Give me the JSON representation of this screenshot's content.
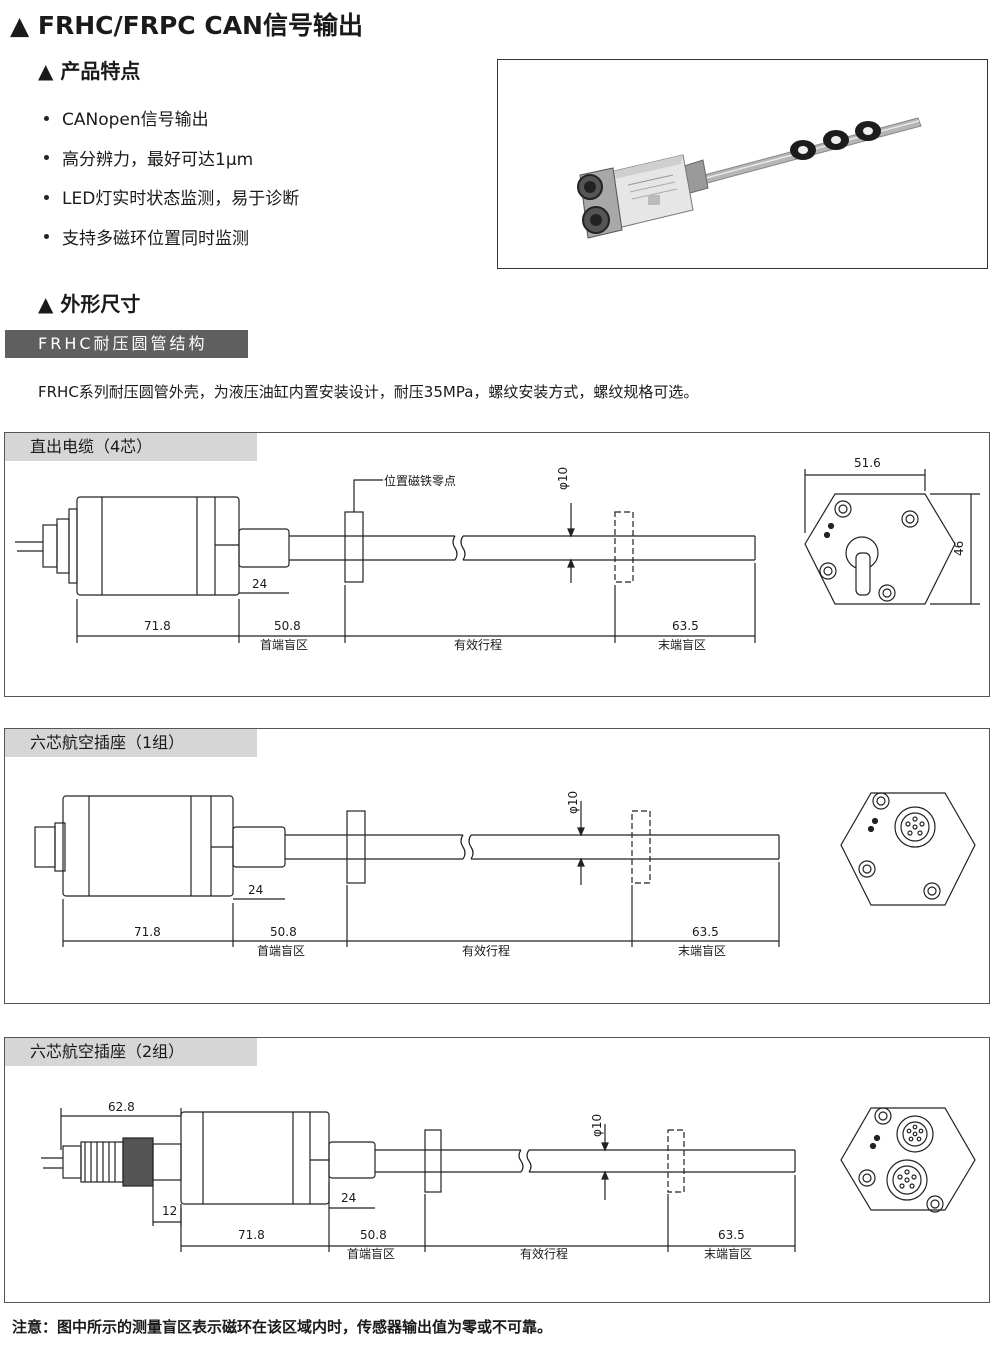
{
  "title": "▲ FRHC/FRPC CAN信号输出",
  "features_heading": "▲ 产品特点",
  "features": [
    "CANopen信号输出",
    "高分辨力，最好可达1μm",
    "LED灯实时状态监测，易于诊断",
    "支持多磁环位置同时监测"
  ],
  "dimensions_heading": "▲ 外形尺寸",
  "structure_banner": "FRHC耐压圆管结构",
  "description": "FRHC系列耐压圆管外壳，为液压油缸内置安装设计，耐压35MPa，螺纹安装方式，螺纹规格可选。",
  "panels": [
    {
      "label": "直出电缆（4芯）",
      "dim_housing": "71.8",
      "dim_head": "50.8",
      "dim_head_label": "首端盲区",
      "dim_stroke_label": "有效行程",
      "dim_tail": "63.5",
      "dim_tail_label": "末端盲区",
      "dim_thread": "24",
      "dim_diameter": "φ10",
      "zero_point": "位置磁铁零点",
      "hex_width": "51.6",
      "hex_height": "46"
    },
    {
      "label": "六芯航空插座（1组）",
      "dim_housing": "71.8",
      "dim_head": "50.8",
      "dim_head_label": "首端盲区",
      "dim_stroke_label": "有效行程",
      "dim_tail": "63.5",
      "dim_tail_label": "末端盲区",
      "dim_thread": "24",
      "dim_diameter": "φ10"
    },
    {
      "label": "六芯航空插座（2组）",
      "dim_housing": "71.8",
      "dim_head": "50.8",
      "dim_head_label": "首端盲区",
      "dim_stroke_label": "有效行程",
      "dim_tail": "63.5",
      "dim_tail_label": "末端盲区",
      "dim_thread": "24",
      "dim_diameter": "φ10",
      "dim_connector": "62.8",
      "dim_connector_gap": "12"
    }
  ],
  "note": "注意：图中所示的测量盲区表示磁环在该区域内时，传感器输出值为零或不可靠。"
}
